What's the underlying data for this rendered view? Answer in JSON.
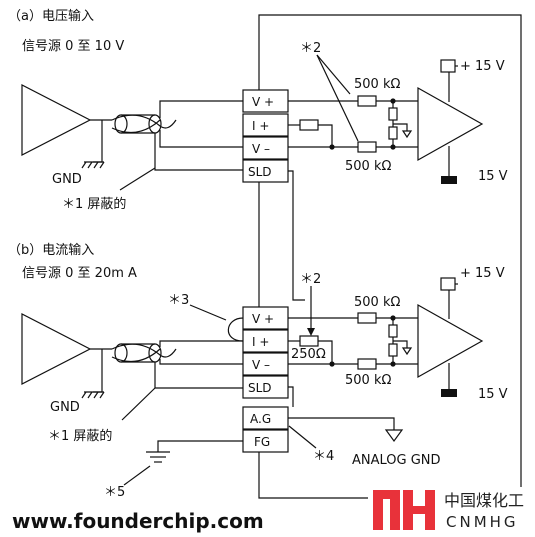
{
  "section_a": {
    "title": "（a）电压输入",
    "source": "信号源 0  至  10 V",
    "gnd": "GND",
    "shield_note": "＊1   屏蔽的",
    "note2": "＊2",
    "r_top": "500 kΩ",
    "r_bottom": "500 kΩ",
    "v_pos": "+ 15 V",
    "v_neg": "15 V",
    "terminals": [
      "V +",
      "I +",
      "V –",
      "SLD"
    ]
  },
  "section_b": {
    "title": "（b）电流输入",
    "source": "信号源 0 至  20m A",
    "gnd": "GND",
    "shield_note": "＊1   屏蔽的",
    "note2": "＊2",
    "note3": "＊3",
    "note4": "＊4",
    "note5": "＊5",
    "r_top": "500 kΩ",
    "r_bottom": "500 kΩ",
    "r_shunt": "250Ω",
    "v_pos": "+ 15 V",
    "v_neg": "15 V",
    "analog_gnd": "ANALOG GND",
    "terminals": [
      "V +",
      "I +",
      "V –",
      "SLD",
      "A.G",
      "FG"
    ]
  },
  "footer": {
    "website": "www.founderchip.com",
    "logo_cn": "中国煤化工",
    "logo_en": "CNMHG"
  },
  "colors": {
    "logo_red": "#e8323a",
    "line": "#111111"
  }
}
